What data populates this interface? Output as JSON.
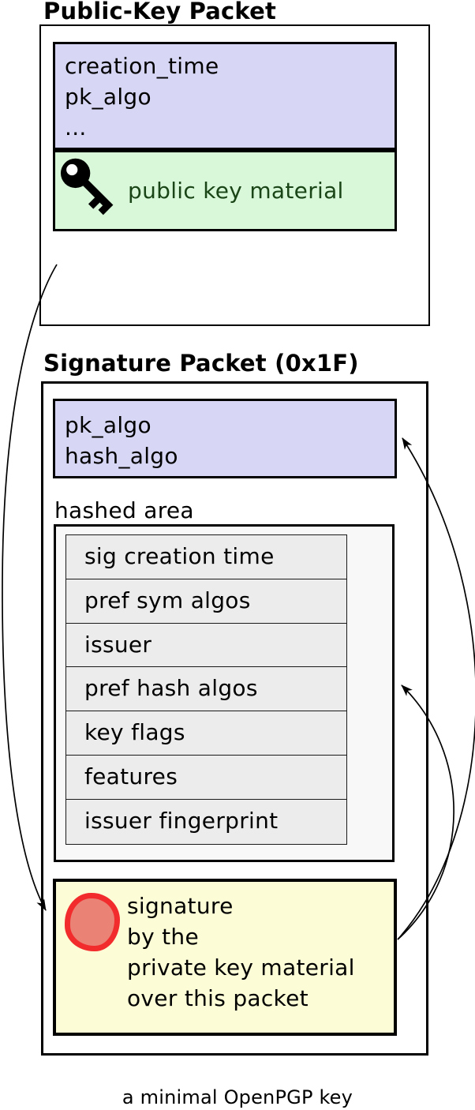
{
  "caption": "a minimal OpenPGP key",
  "public_key_packet": {
    "title": "Public-Key Packet",
    "header_fields": [
      "creation_time",
      "pk_algo",
      "..."
    ],
    "key_material_label": "public key material"
  },
  "signature_packet": {
    "title": "Signature Packet (0x1F)",
    "header_fields": [
      "pk_algo",
      "hash_algo"
    ],
    "hashed_area": {
      "label": "hashed area",
      "subpackets": [
        "sig creation time",
        "pref sym algos",
        "issuer",
        "pref hash algos",
        "key flags",
        "features",
        "issuer fingerprint"
      ]
    },
    "signature_block": {
      "lines": [
        "signature",
        "by the",
        "private key material",
        "over this packet"
      ]
    }
  },
  "icons": {
    "key_icon": "key-icon",
    "seal_icon": "wax-seal-icon"
  },
  "colors": {
    "header_fill": "#d7d7f5",
    "key_material_fill": "#d9f8d9",
    "key_material_text": "#1a4517",
    "hashed_area_fill": "#f8f8f8",
    "subpacket_fill": "#ececec",
    "signature_fill": "#fcfcd7",
    "seal_ring": "#f22c2c",
    "seal_center": "#eb8276",
    "line_color": "#000000"
  }
}
